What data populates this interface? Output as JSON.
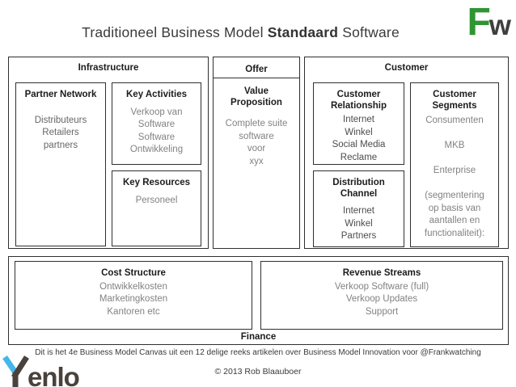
{
  "title": {
    "prefix": "Traditioneel Business Model ",
    "bold": "Standaard",
    "suffix": " Software"
  },
  "logos": {
    "fw": {
      "f": "F",
      "w": "w"
    },
    "yenlo": {
      "wordmark_rest": "enlo"
    }
  },
  "colors": {
    "fw_green": "#2e9532",
    "fw_dark": "#3f3f3f",
    "yenlo_blue": "#45b7e8",
    "yenlo_dark": "#49423c",
    "border": "#2f2f2f",
    "heading_text": "#1c1c1c",
    "body_gray_light": "#828282",
    "body_gray_medium": "#666666",
    "body_gray_dark": "#4c4c4c"
  },
  "canvas": {
    "infrastructure": {
      "label": "Infrastructure",
      "partner_network": {
        "title": "Partner Network",
        "content": "Distributeurs\nRetailers\npartners"
      },
      "key_activities": {
        "title": "Key Activities",
        "content": "Verkoop van\nSoftware\nSoftware\nOntwikkeling"
      },
      "key_resources": {
        "title": "Key Resources",
        "content": "Personeel"
      }
    },
    "offer": {
      "label": "Offer",
      "value_proposition": {
        "title": "Value\nProposition",
        "content": "Complete suite\nsoftware\nvoor\nxyx"
      }
    },
    "customer": {
      "label": "Customer",
      "customer_relationship": {
        "title": "Customer\nRelationship",
        "content": "Internet\nWinkel\nSocial Media\nReclame"
      },
      "distribution_channel": {
        "title": "Distribution\nChannel",
        "content": "Internet\nWinkel\nPartners"
      },
      "customer_segments": {
        "title": "Customer\nSegments",
        "content": "Consumenten\n\nMKB\n\nEnterprise\n\n(segmentering\nop basis van\naantallen en\nfunctionaliteit):"
      }
    },
    "finance": {
      "label": "Finance",
      "cost_structure": {
        "title": "Cost Structure",
        "content": "Ontwikkelkosten\nMarketingkosten\nKantoren etc"
      },
      "revenue_streams": {
        "title": "Revenue Streams",
        "content": "Verkoop Software (full)\nVerkoop Updates\nSupport"
      }
    }
  },
  "footer": {
    "note": "Dit is het 4e Business Model Canvas uit een 12 delige reeks artikelen over Business Model Innovation voor @Frankwatching",
    "copyright": "© 2013 Rob Blaauboer"
  }
}
